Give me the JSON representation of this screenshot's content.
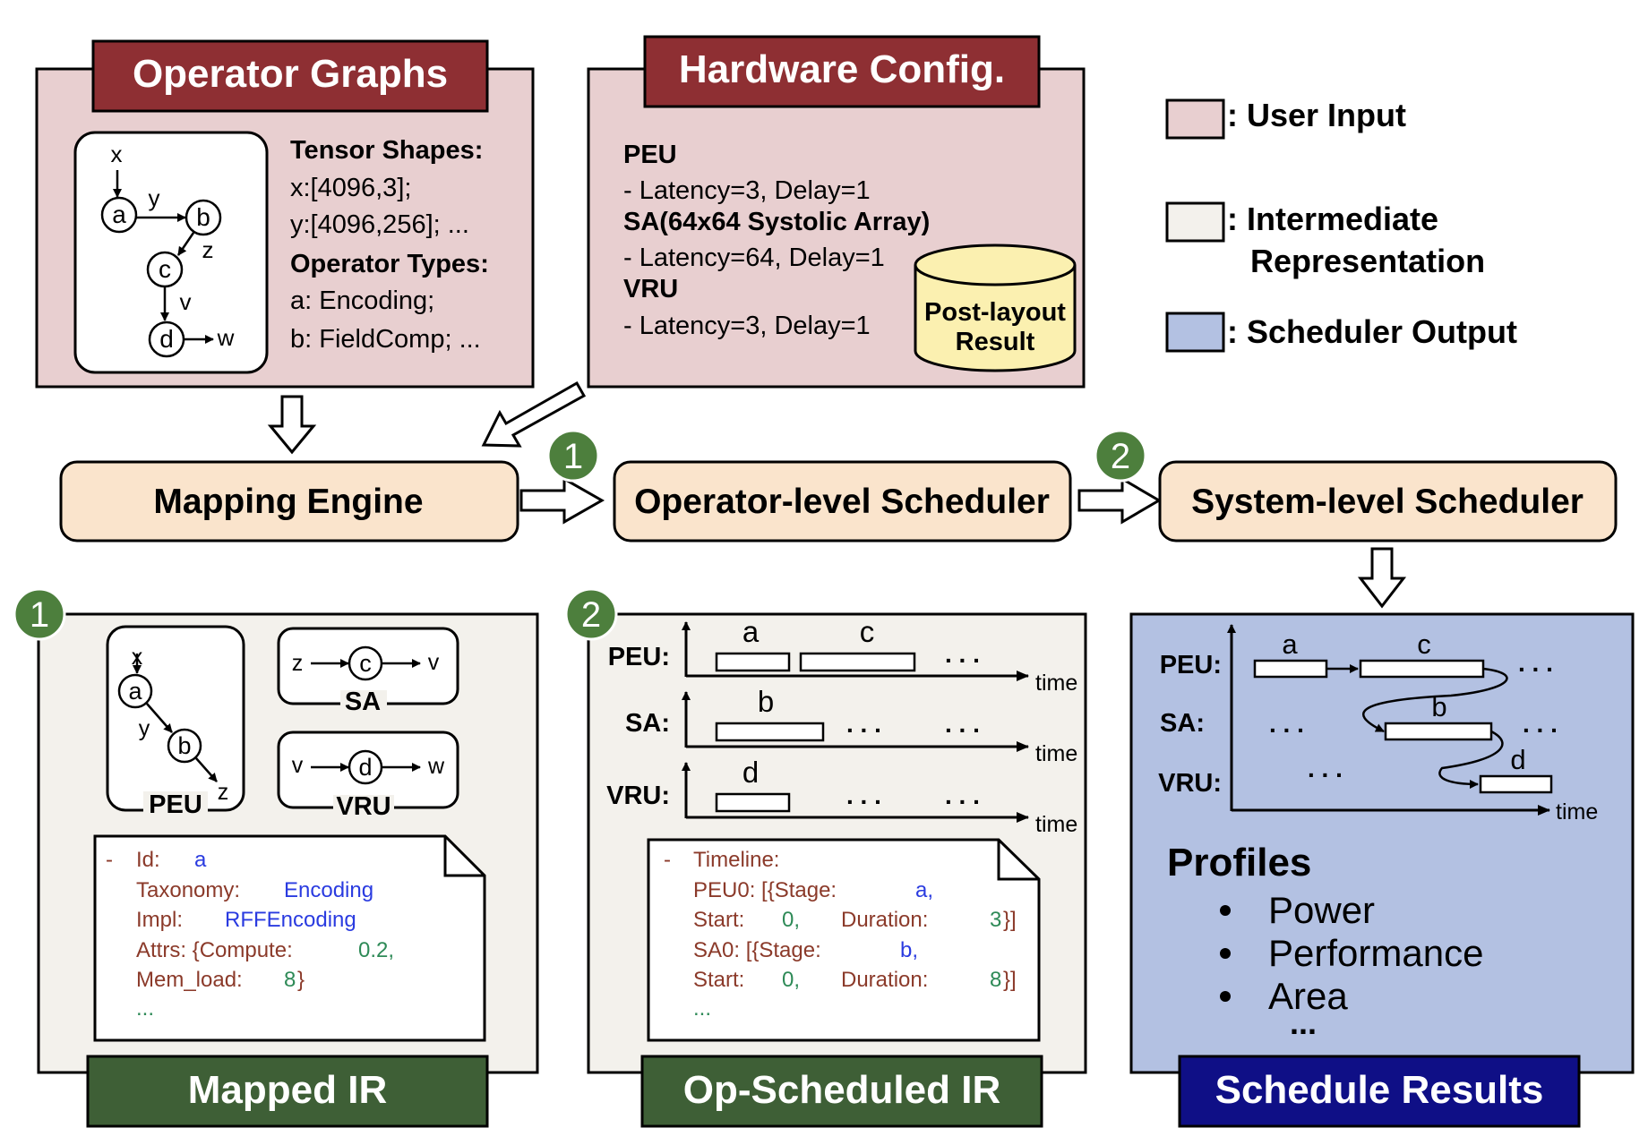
{
  "colors": {
    "user_input_fill": "#e8cfd0",
    "intermediate_fill": "#f3f1ec",
    "output_fill": "#b3c1e2",
    "engine_fill": "#fae4cc",
    "title_red": "#8e2f33",
    "title_green": "#3e5f36",
    "title_blue": "#0f0f86",
    "badge_green": "#4d7f3d",
    "code_keyword": "#8b3a2a",
    "code_value": "#2a3be0",
    "code_number": "#2e8a57"
  },
  "operator_graphs": {
    "title": "Operator Graphs",
    "graph": {
      "x": "x",
      "y": "y",
      "z": "z",
      "v": "v",
      "w": "w",
      "a": "a",
      "b": "b",
      "c": "c",
      "d": "d"
    },
    "tensor_shapes_label": "Tensor Shapes:",
    "tensor_lines": [
      "x:[4096,3];",
      "y:[4096,256]; ..."
    ],
    "operator_types_label": "Operator Types:",
    "operator_lines": [
      "a: Encoding;",
      "b: FieldComp; ..."
    ]
  },
  "hardware_config": {
    "title": "Hardware Config.",
    "lines": [
      {
        "text": "PEU",
        "bold": true
      },
      {
        "text": "- Latency=3, Delay=1",
        "bold": false
      },
      {
        "text": "SA(64x64 Systolic Array)",
        "bold": true
      },
      {
        "text": "- Latency=64, Delay=1",
        "bold": false
      },
      {
        "text": "VRU",
        "bold": true
      },
      {
        "text": "- Latency=3, Delay=1",
        "bold": false
      }
    ],
    "post_layout": [
      "Post-layout",
      "Result"
    ]
  },
  "legend": {
    "user_input": ": User Input",
    "intermediate_1": ": Intermediate",
    "intermediate_2": "Representation",
    "scheduler_output": ": Scheduler Output"
  },
  "pipeline": {
    "mapping_engine": "Mapping Engine",
    "operator_scheduler": "Operator-level Scheduler",
    "system_scheduler": "System-level Scheduler",
    "badge_1": "1",
    "badge_2": "2"
  },
  "mapped_ir": {
    "title": "Mapped IR",
    "peu_label": "PEU",
    "sa_label": "SA",
    "vru_label": "VRU",
    "code": {
      "dash": "-",
      "id_key": "Id:",
      "id_val": "a",
      "tax_key": "Taxonomy:",
      "tax_val": "Encoding",
      "impl_key": "Impl:",
      "impl_val": "RFFEncoding",
      "attrs_key": "Attrs: {Compute:",
      "attrs_num": "0.2,",
      "mem_key": "Mem_load:",
      "mem_num": "8",
      "mem_close": "}",
      "ellipsis": "..."
    }
  },
  "op_scheduled_ir": {
    "title": "Op-Scheduled IR",
    "rows": [
      {
        "label": "PEU:",
        "axis": "time",
        "tasks": [
          "a",
          "c"
        ]
      },
      {
        "label": "SA:",
        "axis": "time",
        "tasks": [
          "b"
        ]
      },
      {
        "label": "VRU:",
        "axis": "time",
        "tasks": [
          "d"
        ]
      }
    ],
    "dots": ". . .",
    "code": {
      "dash": "-",
      "timeline": "Timeline:",
      "peu0": "PEU0: [{Stage:",
      "stage_a": "a,",
      "start": "Start:",
      "zero": "0,",
      "duration": "Duration:",
      "three": "3",
      "close": "}]",
      "sa0": "SA0: [{Stage:",
      "stage_b": "b,",
      "eight": "8",
      "ellipsis": "..."
    }
  },
  "schedule_results": {
    "title": "Schedule Results",
    "rows": [
      "PEU:",
      "SA:",
      "VRU:"
    ],
    "tasks": [
      "a",
      "c",
      "b",
      "d"
    ],
    "axis": "time",
    "dots": ". . .",
    "profiles_label": "Profiles",
    "profile_items": [
      "Power",
      "Performance",
      "Area"
    ],
    "more": "..."
  }
}
